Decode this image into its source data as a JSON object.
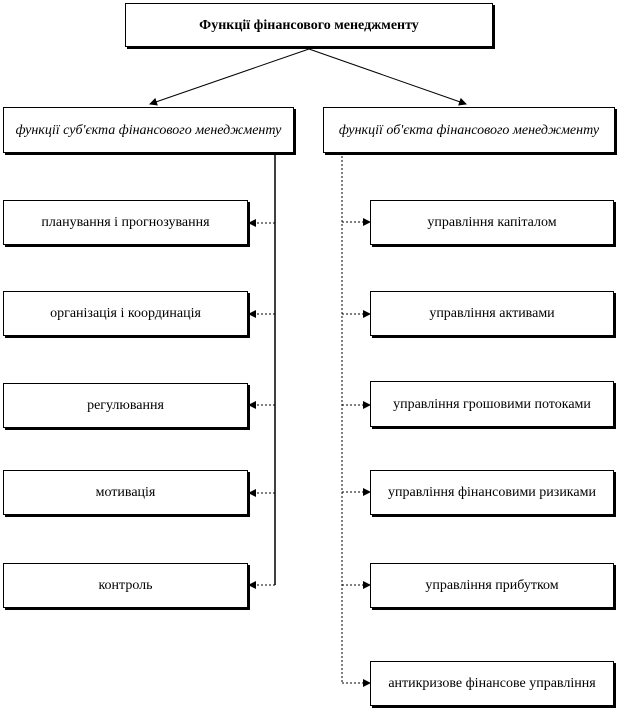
{
  "root": {
    "title": "Функції фінансового менеджменту"
  },
  "subject": {
    "title": "функції суб'єкта фінансового менеджменту",
    "items": [
      "планування і прогнозування",
      "організація і координація",
      "регулювання",
      "мотивація",
      "контроль"
    ]
  },
  "object": {
    "title": "функції об'єкта фінансового менеджменту",
    "items": [
      "управління капіталом",
      "управління активами",
      "управління грошовими потоками",
      "управління фінансовими ризиками",
      "управління прибутком",
      "антикризове фінансове управління"
    ]
  }
}
